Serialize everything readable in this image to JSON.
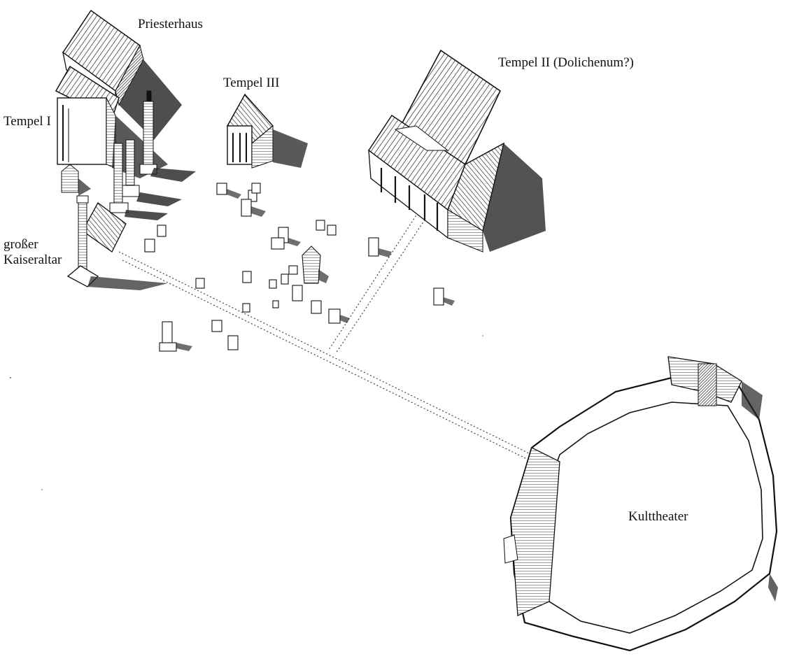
{
  "labels": {
    "priesterhaus": "Priesterhaus",
    "tempel_i": "Tempel I",
    "tempel_iii": "Tempel III",
    "tempel_ii": "Tempel II (Dolichenum?)",
    "altar_line1": "großer",
    "altar_line2": "Kaiseraltar",
    "kulttheater": "Kulttheater"
  },
  "colors": {
    "ink": "#111111",
    "paper": "#ffffff",
    "shadow": "#2a2a2a"
  }
}
